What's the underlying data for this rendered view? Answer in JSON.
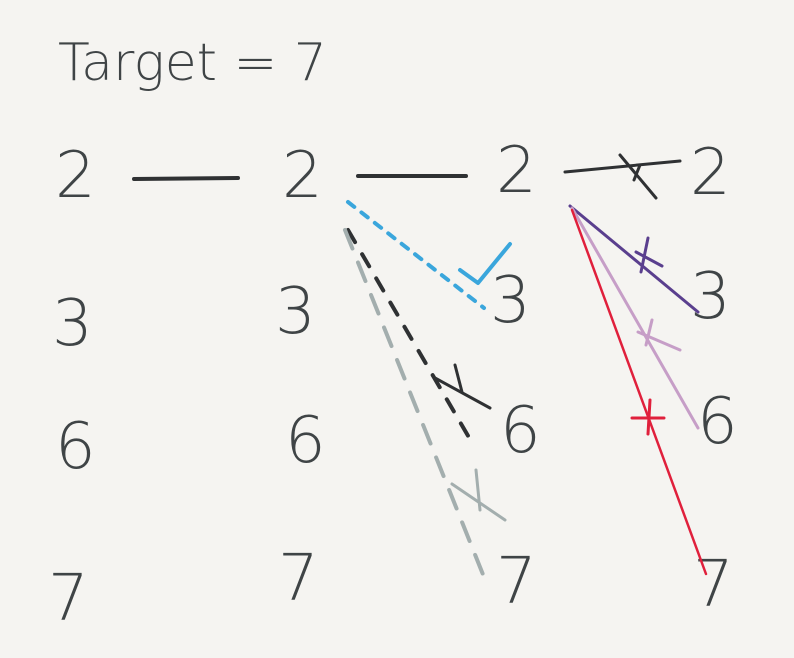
{
  "title": "Target = 7",
  "columns": [
    [
      "2",
      "3",
      "6",
      "7"
    ],
    [
      "2",
      "3",
      "6",
      "7"
    ],
    [
      "2",
      "3",
      "6",
      "7"
    ],
    [
      "2",
      "3",
      "6",
      "7"
    ]
  ],
  "marks": {
    "check": "✓",
    "cross": "✗"
  },
  "colors": {
    "ink": "#3f4446",
    "blue": "#3aa6dc",
    "gray": "#a3aeae",
    "dark": "#2f3133",
    "purple": "#5a3f8e",
    "lilac": "#c69ec7",
    "red": "#e0203c"
  }
}
